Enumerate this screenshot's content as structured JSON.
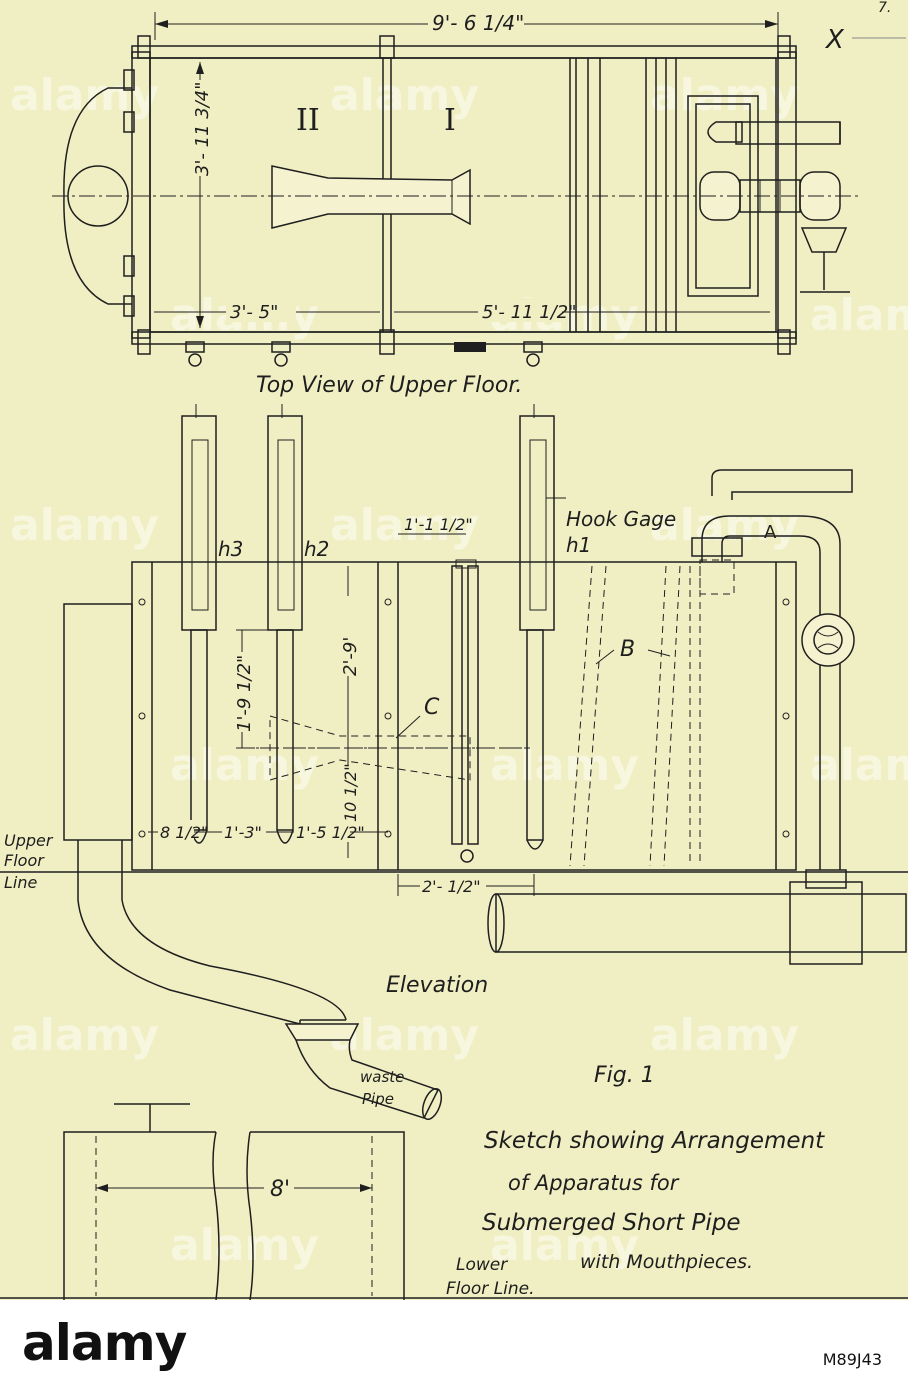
{
  "page_number": "7.",
  "corner_mark": "X",
  "top_view": {
    "overall_length": "9'- 6 1/4\"",
    "width": "3'- 11 3/4\"",
    "left_section": "3'- 5\"",
    "right_section": "5'- 11 1/2\"",
    "chamber_2": "II",
    "chamber_1": "I",
    "caption": "Top View of Upper Floor."
  },
  "elevation": {
    "gage_h3": "h3",
    "gage_h2": "h2",
    "gage_h1": "h1",
    "hook_gage_label": "Hook Gage",
    "dim_top": "1'-1 1/2\"",
    "dim_height": "2'-9'",
    "dim_axis": "1'-9 1/2\"",
    "dim_low": "10 1/2\"",
    "dim_a": "8 1/2\"",
    "dim_b": "1'-3\"",
    "dim_c": "1'-5 1/2\"",
    "dim_bottom": "2'- 1/2\"",
    "label_a": "A",
    "label_b": "B",
    "label_c": "C",
    "upper_floor_line": [
      "Upper",
      "Floor",
      "Line"
    ],
    "caption": "Elevation",
    "waste_pipe": [
      "waste",
      "Pipe"
    ]
  },
  "lower": {
    "dim_tank": "8'",
    "lower_floor_line": [
      "Lower",
      "Floor Line."
    ]
  },
  "figure": {
    "fig_label": "Fig. 1",
    "title_lines": [
      "Sketch showing Arrangement",
      "of Apparatus for",
      "Submerged Short Pipe",
      "with Mouthpieces."
    ]
  },
  "watermark": "alamy",
  "footer": {
    "logo": "alamy",
    "image_id": "M89J43"
  },
  "colors": {
    "paper": "#f0efc4",
    "ink": "#1f1f1f",
    "footer_bg": "#ffffff"
  }
}
